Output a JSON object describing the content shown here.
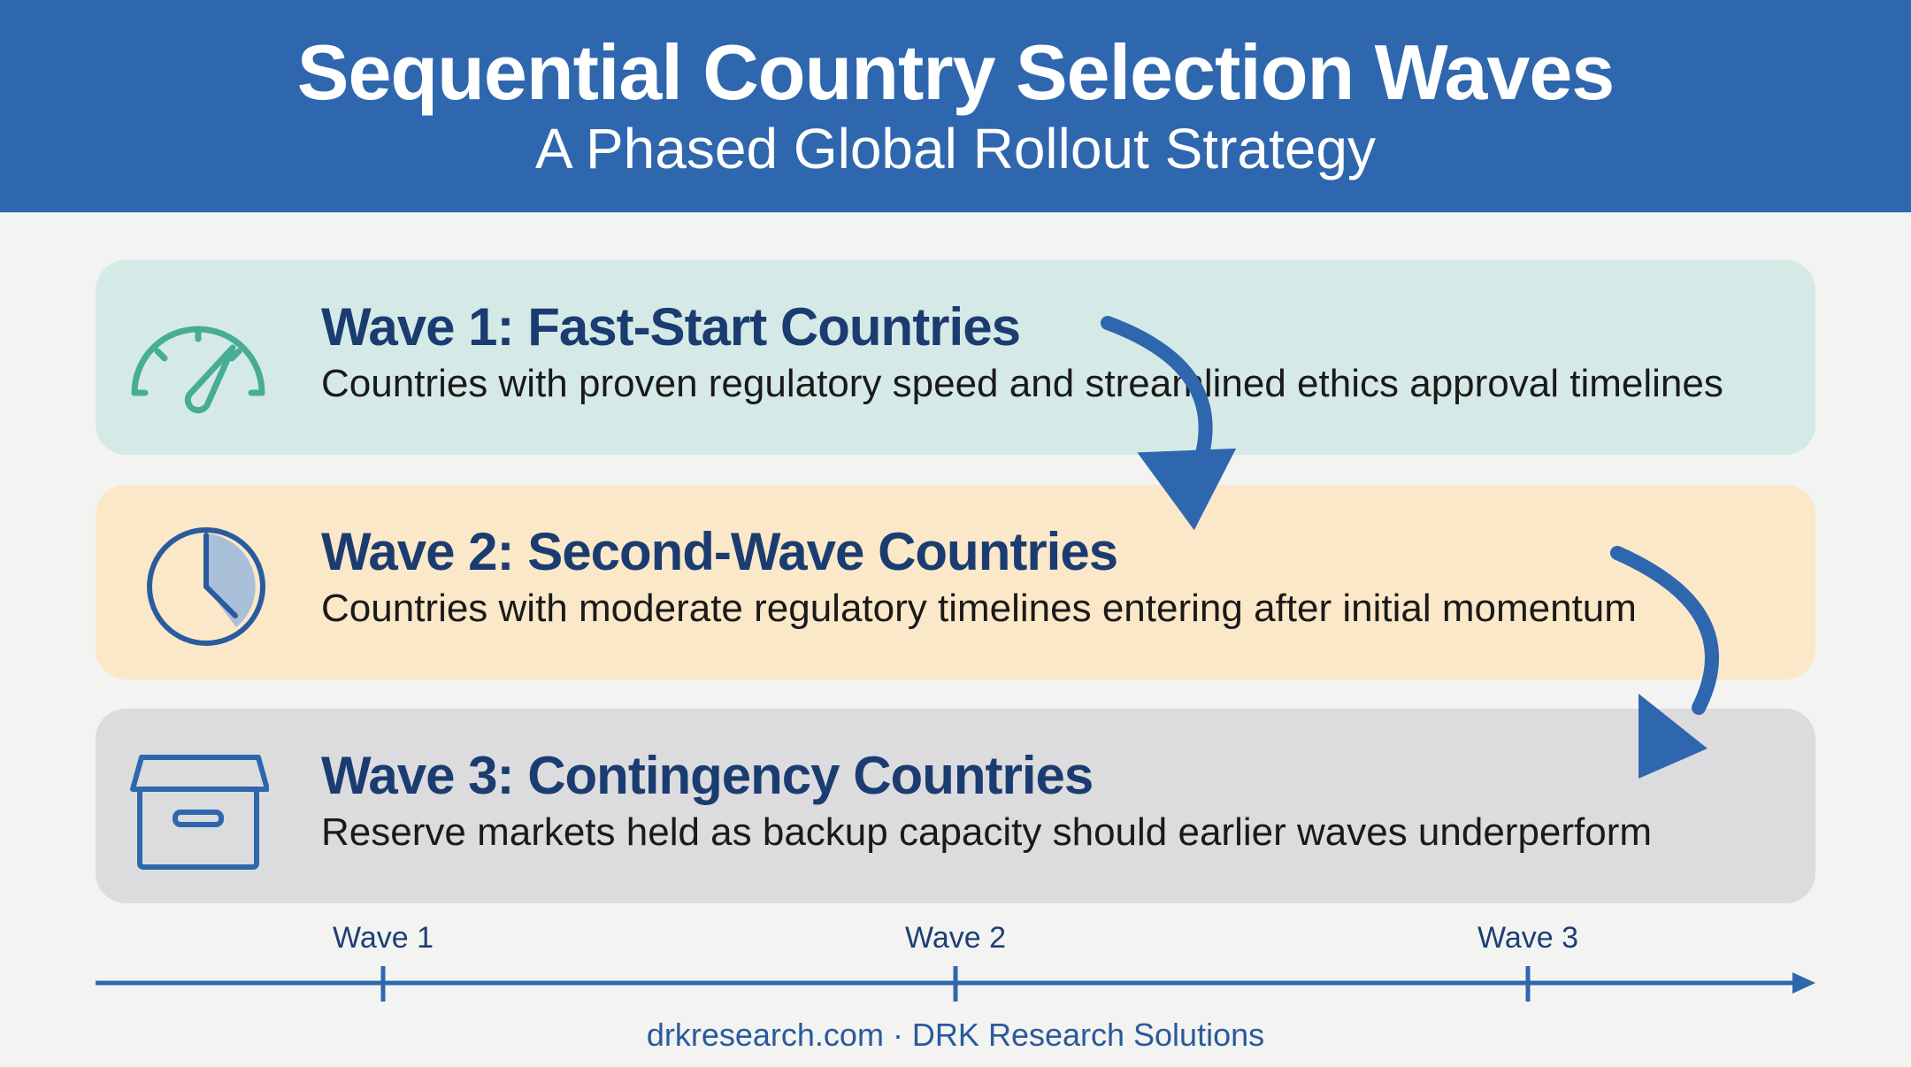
{
  "header": {
    "title": "Sequential Country Selection Waves",
    "subtitle": "A Phased Global Rollout Strategy"
  },
  "waves": [
    {
      "title": "Wave 1: Fast-Start Countries",
      "description": "Countries with proven regulatory speed and streamlined ethics approval timelines",
      "icon": "speedometer-icon",
      "color": "#d5eae7"
    },
    {
      "title": "Wave 2: Second-Wave Countries",
      "description": "Countries with moderate regulatory timelines entering after initial momentum",
      "icon": "clock-icon",
      "color": "#fbe8c8"
    },
    {
      "title": "Wave 3: Contingency Countries",
      "description": "Reserve markets held as backup capacity should earlier waves underperform",
      "icon": "archive-box-icon",
      "color": "#dcdcde"
    }
  ],
  "timeline": {
    "labels": [
      "Wave 1",
      "Wave 2",
      "Wave 3"
    ]
  },
  "footer": {
    "text": "drkresearch.com · DRK Research Solutions"
  },
  "colors": {
    "header": "#2f67ae",
    "title_text": "#1b3c70",
    "accent_blue": "#2f67ae",
    "teal_icon": "#47ad95"
  }
}
